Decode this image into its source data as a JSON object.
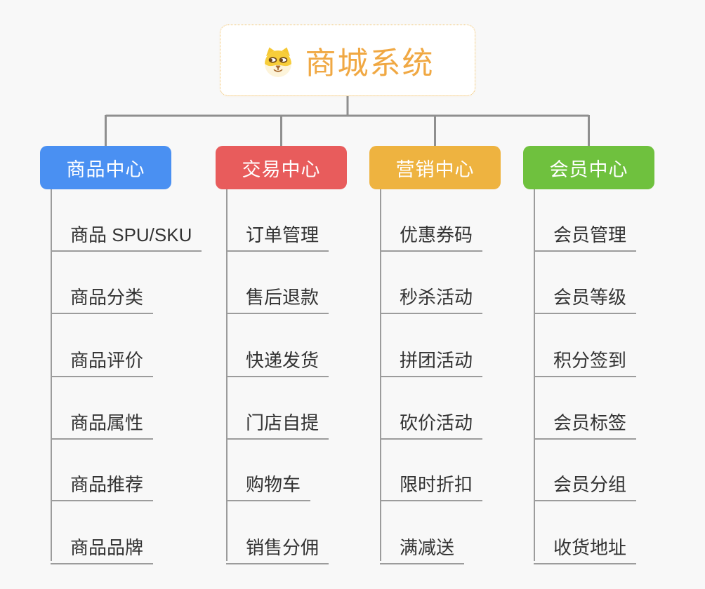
{
  "root": {
    "title": "商城系统",
    "icon": "dog-face-icon"
  },
  "branches": [
    {
      "label": "商品中心",
      "color": "#4a90f2",
      "items": [
        "商品 SPU/SKU",
        "商品分类",
        "商品评价",
        "商品属性",
        "商品推荐",
        "商品品牌"
      ]
    },
    {
      "label": "交易中心",
      "color": "#e85c5c",
      "items": [
        "订单管理",
        "售后退款",
        "快递发货",
        "门店自提",
        "购物车",
        "销售分佣"
      ]
    },
    {
      "label": "营销中心",
      "color": "#eeb340",
      "items": [
        "优惠券码",
        "秒杀活动",
        "拼团活动",
        "砍价活动",
        "限时折扣",
        "满减送"
      ]
    },
    {
      "label": "会员中心",
      "color": "#6fc13e",
      "items": [
        "会员管理",
        "会员等级",
        "积分签到",
        "会员标签",
        "会员分组",
        "收货地址"
      ]
    }
  ],
  "colors": {
    "background": "#f8f8f8",
    "connector": "#8f8f8f",
    "branch_line": "#9c9c9c",
    "item_text": "#333333",
    "root_title": "#f0a843",
    "root_border": "#f2c36a",
    "header_text": "#ffffff"
  }
}
